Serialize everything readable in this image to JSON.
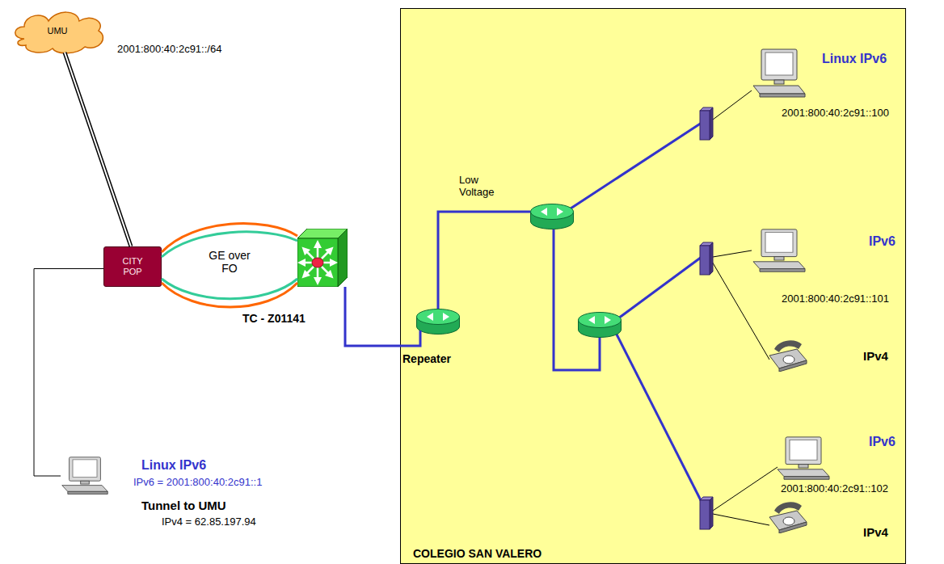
{
  "diagram": {
    "nodes": [
      {
        "text": [
          "UMU"
        ]
      },
      {
        "text": [
          "CITY POP"
        ]
      },
      {
        "text": [
          "Linux IPv6",
          "IPv6 = 2001:800:40:2c91::1",
          "Tunnel to UMU",
          "IPv4 = 62.85.197.94"
        ]
      },
      {
        "text": [
          "TC - Z01141"
        ]
      },
      {
        "text": [
          "COLEGIO SAN VALERO"
        ]
      },
      {
        "text": [
          "Repeater"
        ],
        "in": 4
      },
      {
        "text": [
          "Linux IPv6",
          "2001:800:40:2c91::100"
        ],
        "in": 4
      },
      {
        "text": [
          "IPv6",
          "2001:800:40:2c91::101"
        ],
        "in": 4
      },
      {
        "text": [
          "IPv4"
        ],
        "in": 4
      },
      {
        "text": [
          "IPv6",
          "2001:800:40:2c91::102"
        ],
        "in": 4
      },
      {
        "text": [
          "IPv4"
        ],
        "in": 4
      }
    ],
    "edges": [
      {
        "from": 0,
        "to": 1,
        "arrow": "none",
        "label": "2001:800:40:2c91::/64"
      },
      {
        "from": 1,
        "to": 2,
        "arrow": "none"
      },
      {
        "from": 1,
        "to": 3,
        "arrow": "none",
        "label": "GE over FO"
      },
      {
        "from": 3,
        "to": 5,
        "arrow": "none"
      }
    ],
    "labels": [
      "Low Voltage"
    ]
  }
}
